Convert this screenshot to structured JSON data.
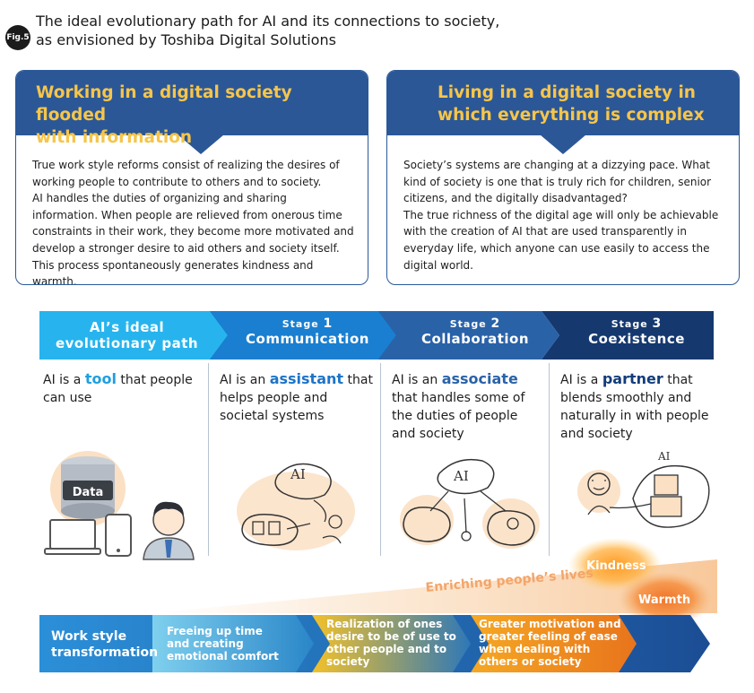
{
  "header": {
    "badge": "Fig.5",
    "title_line1": "The ideal evolutionary path for AI and its connections to society,",
    "title_line2": "as envisioned by Toshiba Digital Solutions"
  },
  "panels": {
    "left": {
      "title_line1": "Working in a digital society flooded",
      "title_line2": "with information",
      "body": [
        "True work style reforms consist of realizing the desires of working people to contribute to others and to society.",
        "AI handles the duties of organizing and sharing information. When people are relieved from onerous time constraints in their work, they become more motivated and develop a stronger desire to aid others and society itself. This process spontaneously generates kindness and warmth."
      ]
    },
    "right": {
      "title_line1": "Living in a digital society in",
      "title_line2": "which everything is complex",
      "body": [
        "Society’s systems are changing at a dizzying pace. What kind of society is one that is truly rich for children, senior citizens, and the digitally disadvantaged?",
        "The true richness of the digital age will only be achievable with the creation of AI that are used transparently in everyday life, which anyone can use easily to access the digital world."
      ]
    }
  },
  "stages": {
    "s0": {
      "line1": "AI’s ideal",
      "line2": "evolutionary path"
    },
    "s1": {
      "small": "Stage",
      "num": "1",
      "name": "Communication"
    },
    "s2": {
      "small": "Stage",
      "num": "2",
      "name": "Collaboration"
    },
    "s3": {
      "small": "Stage",
      "num": "3",
      "name": "Coexistence"
    }
  },
  "columns": {
    "c0": {
      "pre": "AI is a ",
      "kw": "tool",
      "post": " that people can use"
    },
    "c1": {
      "pre": "AI is an ",
      "kw": "assistant",
      "post": " that helps people and societal systems"
    },
    "c2": {
      "pre": "AI is an ",
      "kw": "associate",
      "post": " that handles some of the duties of people and society"
    },
    "c3": {
      "pre": "AI is a ",
      "kw": "partner",
      "post": " that blends smoothly and naturally in with people and society"
    }
  },
  "illustrations": {
    "data_label": "Data",
    "ai_label": "AI"
  },
  "bottom": {
    "enriching": "Enriching people’s lives",
    "kindness": "Kindness",
    "warmth": "Warmth",
    "work_style_line1": "Work style",
    "work_style_line2": "transformation",
    "step1": [
      "Freeing up time",
      "and creating",
      "emotional comfort"
    ],
    "step2": [
      "Realization of ones",
      "desire to be of use to",
      "other people and to",
      "society"
    ],
    "step3": [
      "Greater motivation and",
      "greater feeling of ease",
      "when dealing with",
      "others or society"
    ]
  },
  "colors": {
    "panel_head": "#2b5797",
    "panel_title": "#f6c54a",
    "stage0": "#27b4ee",
    "stage1": "#1a7fd0",
    "stage2": "#2a62a8",
    "stage3": "#15386f",
    "warm": "#f0902a"
  }
}
